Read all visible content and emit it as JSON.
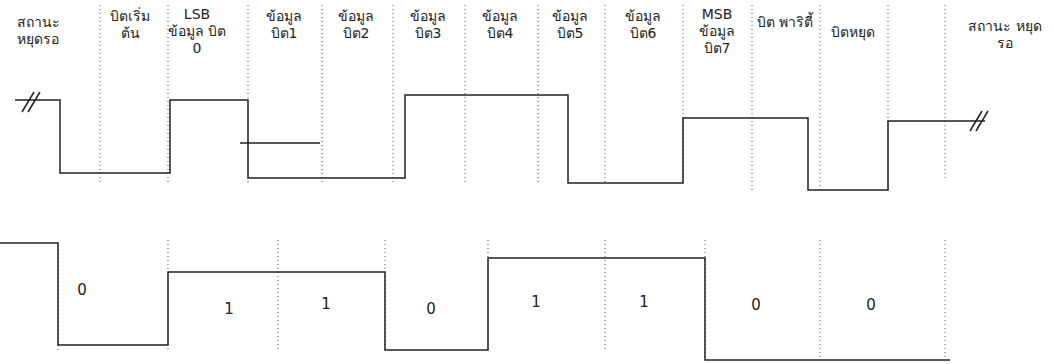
{
  "diagram": {
    "labels": [
      "สถานะ หยุดรอ",
      "บิตเริ่มต้น",
      "LSB ข้อมูล บิต 0",
      "ข้อมูล บิต1",
      "ข้อมูล บิต2",
      "ข้อมูล บิต3",
      "ข้อมูล บิต4",
      "ข้อมูล บิต5",
      "ข้อมูล บิต6",
      "MSB ข้อมูล บิต7",
      "บิต พาริตี้",
      "บิตหยุด",
      "สถานะ หยุดรอ",
      "0",
      "1",
      "1",
      "0",
      "1",
      "1",
      "0",
      "0"
    ]
  }
}
